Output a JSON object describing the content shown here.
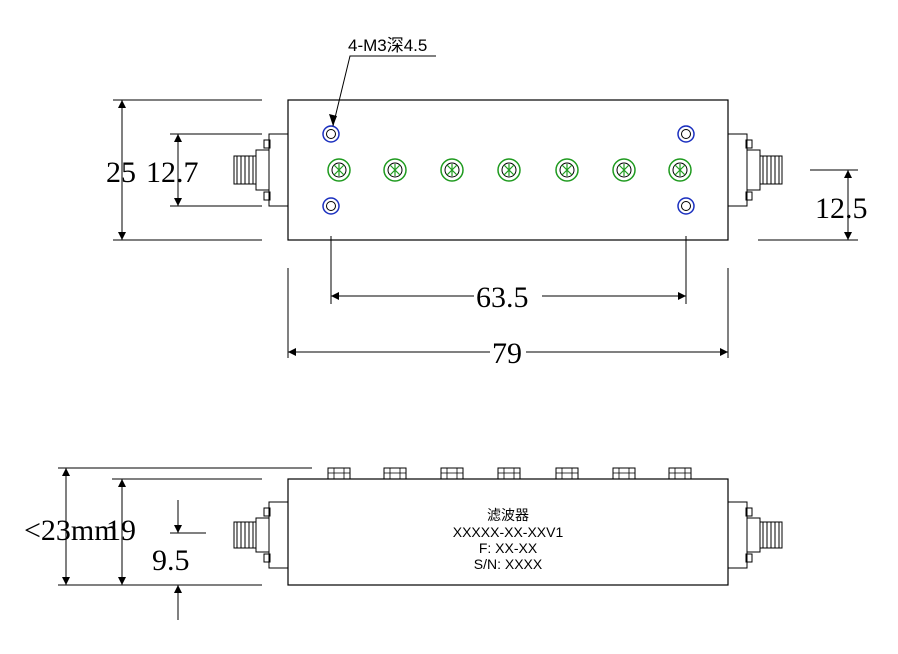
{
  "callout": {
    "hole_spec": "4-M3深4.5"
  },
  "top_view": {
    "dim_height_total": "25",
    "dim_connector_span": "12.7",
    "dim_right_offset": "12.5",
    "dim_hole_spacing": "63.5",
    "dim_length": "79"
  },
  "side_view": {
    "dim_height_total": "<23mm",
    "dim_body_height": "19",
    "dim_connector_height": "9.5"
  },
  "nameplate": {
    "name": "滤波器",
    "model": "XXXXX-XX-XXV1",
    "frequency": "F: XX-XX",
    "serial": "S/N: XXXX"
  },
  "colors": {
    "line": "#000000",
    "hole": "#1a2fbf",
    "tuning_screw": "#1e9a1e"
  },
  "icons": [
    "sma-connector-icon",
    "mounting-hole-icon",
    "tuning-screw-icon",
    "arrowhead-icon"
  ]
}
